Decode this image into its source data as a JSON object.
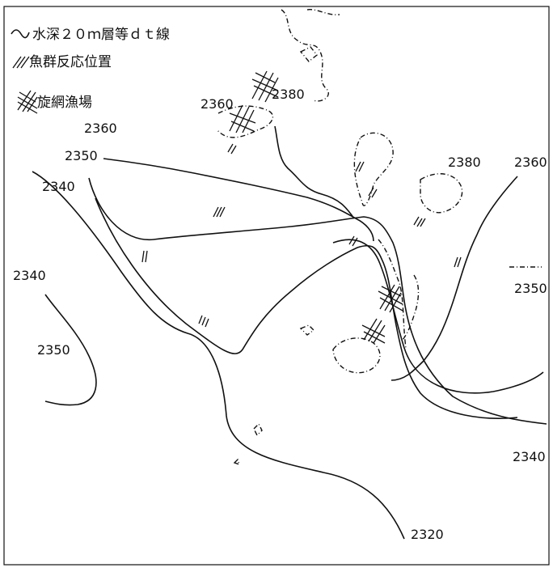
{
  "legend": {
    "isotherm": "水深２０ｍ層等ｄｔ線",
    "fish_reaction": "魚群反応位置",
    "fishing_ground": "旋網漁場"
  },
  "contour_labels": [
    "2360",
    "2380",
    "2360",
    "2350",
    "2340",
    "2380",
    "2360",
    "2340",
    "2350",
    "2350",
    "2340",
    "2320"
  ],
  "colors": {
    "ink": "#111111",
    "paper": "#ffffff"
  }
}
